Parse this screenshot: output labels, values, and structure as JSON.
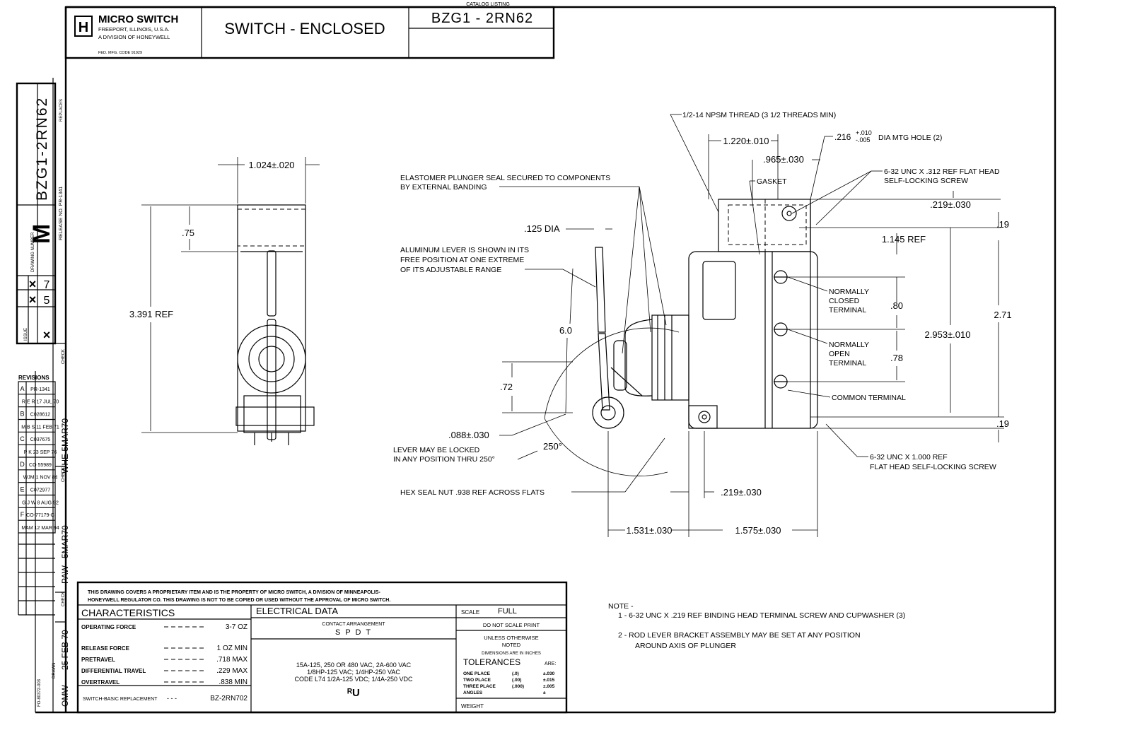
{
  "title_block": {
    "company": "MICRO SWITCH",
    "company_line1": "FREEPORT, ILLINOIS, U.S.A.",
    "company_line2": "A DIVISION OF HONEYWELL",
    "fed_code": "FED. MFG. CODE 91929",
    "title": "SWITCH - ENCLOSED",
    "catalog_label": "CATALOG LISTING",
    "catalog_number": "BZG1 - 2RN62",
    "logo_letter": "H"
  },
  "side_strip": {
    "vertical_number": "BZG1-2RN62",
    "drawing_letter": "M",
    "drawing_number_label": "DRAWING NUMBER",
    "replaces_label": "REPLACES",
    "release_label": "RELEASE NO. PR-1341",
    "issue_label": "ISSUE",
    "issue_values": [
      "7",
      "5"
    ],
    "check_label": "CHECK",
    "drawn_label": "DRAWN",
    "form_code": "FO-80372-003",
    "vertical_initials_1": "WHE 5MAR70",
    "vertical_initials_2": "5MAR70",
    "vertical_initials_3": "PAW",
    "vertical_initials_4": "25 FEB 70",
    "vertical_initials_5": "OMW"
  },
  "revisions": {
    "label": "REVISIONS",
    "rows": [
      {
        "letter": "A",
        "text": "PR-1341"
      },
      {
        "letter": "",
        "text": "R E R 17 JUL 70"
      },
      {
        "letter": "B",
        "text": "C028612"
      },
      {
        "letter": "",
        "text": "M B S 11 FEB 71"
      },
      {
        "letter": "C",
        "text": "C037675"
      },
      {
        "letter": "",
        "text": "P K 23 SEP 76"
      },
      {
        "letter": "D",
        "text": "CO 55989"
      },
      {
        "letter": "",
        "text": "WJM 1 NOV 84"
      },
      {
        "letter": "E",
        "text": "C072977"
      },
      {
        "letter": "",
        "text": "G J W 8 AUG 92"
      },
      {
        "letter": "F",
        "text": "CO-77179-C"
      },
      {
        "letter": "",
        "text": "MAM 12 MAR 94"
      }
    ]
  },
  "left_view": {
    "width_dim": "1.024±.020",
    "top_dim": ".75",
    "height_dim": "3.391 REF"
  },
  "right_view": {
    "thread_note": "1/2-14 NPSM THREAD (3 1/2 THREADS MIN)",
    "dim_1220": "1.220±.010",
    "mtg_hole": ".216",
    "mtg_tol_plus": "+.010",
    "mtg_tol_minus": "-.005",
    "mtg_hole_suffix": "DIA MTG HOLE (2)",
    "dim_965": ".965±.030",
    "gasket": "GASKET",
    "screw_top_1": "6-32 UNC X .312 REF FLAT HEAD",
    "screw_top_2": "SELF-LOCKING SCREW",
    "dim_219_top": ".219±.030",
    "dim_19_top": ".19",
    "dim_1145": "1.145 REF",
    "elastomer_1": "ELASTOMER PLUNGER SEAL SECURED TO COMPONENTS",
    "elastomer_2": "BY EXTERNAL BANDING",
    "dia_125": ".125 DIA",
    "aluminum_1": "ALUMINUM LEVER IS SHOWN IN ITS",
    "aluminum_2": "FREE POSITION AT ONE EXTREME",
    "aluminum_3": "OF ITS ADJUSTABLE RANGE",
    "nc_1": "NORMALLY",
    "nc_2": "CLOSED",
    "nc_3": "TERMINAL",
    "dim_80": ".80",
    "dim_271": "2.71",
    "dim_60": "6.0",
    "no_1": "NORMALLY",
    "no_2": "OPEN",
    "no_3": "TERMINAL",
    "dim_2953": "2.953±.010",
    "dim_78": ".78",
    "dim_72": ".72",
    "common": "COMMON TERMINAL",
    "dim_088": ".088±.030",
    "dim_19_bottom": ".19",
    "lever_lock_1": "LEVER MAY BE LOCKED",
    "lever_lock_2": "IN ANY POSITION THRU 250°",
    "angle_250": "250°",
    "screw_bot_1": "6-32 UNC X 1.000 REF",
    "screw_bot_2": "FLAT HEAD SELF-LOCKING SCREW",
    "hex_nut": "HEX SEAL NUT .938 REF ACROSS FLATS",
    "dim_219_bottom": ".219±.030",
    "dim_1531": "1.531±.030",
    "dim_1575": "1.575±.030"
  },
  "proprietary": {
    "line1": "THIS DRAWING COVERS A PROPRIETARY ITEM AND IS THE PROPERTY OF MICRO SWITCH, A DIVISION OF MINNEAPOLIS-",
    "line2": "HONEYWELL REGULATOR CO. THIS DRAWING IS NOT TO BE COPIED OR USED WITHOUT THE APPROVAL OF MICRO SWITCH."
  },
  "characteristics": {
    "heading": "CHARACTERISTICS",
    "rows": [
      {
        "label": "OPERATING FORCE",
        "value": "3-7 OZ"
      },
      {
        "label": "RELEASE FORCE",
        "value": "1 OZ MIN"
      },
      {
        "label": "PRETRAVEL",
        "value": ".718 MAX"
      },
      {
        "label": "DIFFERENTIAL TRAVEL",
        "value": ".229 MAX"
      },
      {
        "label": "OVERTRAVEL",
        "value": ".838 MIN"
      }
    ],
    "replacement_label": "SWITCH-BASIC REPLACEMENT",
    "replacement_value": "BZ-2RN702"
  },
  "electrical": {
    "heading": "ELECTRICAL DATA",
    "contact_label": "CONTACT ARRANGEMENT",
    "contact_value": "S P D T",
    "line1": "15A-125, 250 OR 480 VAC, 2A-600 VAC",
    "line2": "1/8HP-125 VAC; 1/4HP-250 VAC",
    "line3": "CODE L74   1/2A-125 VDC; 1/4A-250 VDC",
    "ul_mark": "ᴿU"
  },
  "tolerances": {
    "scale_label": "SCALE",
    "scale_value": "FULL",
    "do_not_scale": "DO NOT SCALE PRINT",
    "unless": "UNLESS OTHERWISE",
    "noted": "NOTED",
    "dims_inches": "DIMENSIONS ARE IN INCHES",
    "heading": "TOLERANCES",
    "are": "ARE:",
    "rows": [
      {
        "label": "ONE PLACE",
        "fmt": "(.0)",
        "tol": "±.030"
      },
      {
        "label": "TWO PLACE",
        "fmt": "(.00)",
        "tol": "±.015"
      },
      {
        "label": "THREE PLACE",
        "fmt": "(.000)",
        "tol": "±.005"
      },
      {
        "label": "ANGLES",
        "fmt": "",
        "tol": "±"
      }
    ],
    "weight": "WEIGHT"
  },
  "notes": {
    "heading": "NOTE -",
    "note1": "1 - 6-32 UNC X .219 REF BINDING HEAD TERMINAL SCREW AND CUPWASHER (3)",
    "note2a": "2 - ROD LEVER BRACKET ASSEMBLY MAY BE SET AT ANY POSITION",
    "note2b": "AROUND AXIS OF PLUNGER"
  }
}
